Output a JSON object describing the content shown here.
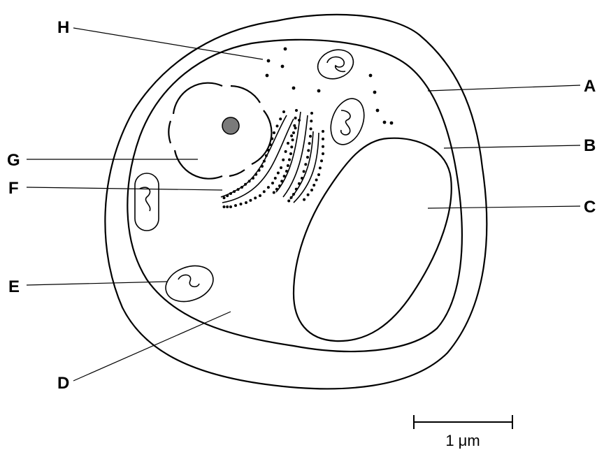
{
  "labels": {
    "A": "A",
    "B": "B",
    "C": "C",
    "D": "D",
    "E": "E",
    "F": "F",
    "G": "G",
    "H": "H"
  },
  "scale_bar": {
    "text": "1 μm"
  }
}
